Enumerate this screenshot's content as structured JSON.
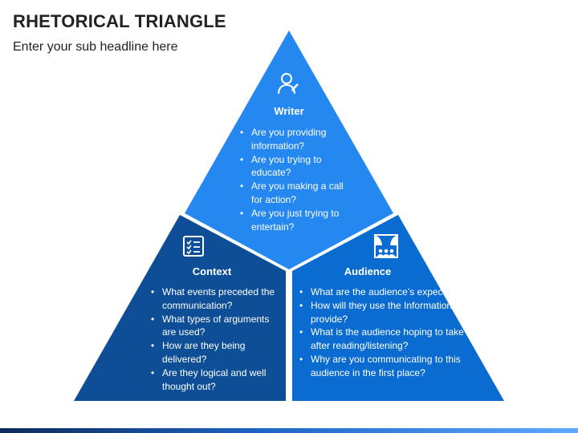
{
  "header": {
    "title": "RHETORICAL TRIANGLE",
    "subtitle": "Enter your sub headline here"
  },
  "colors": {
    "writer": "#2588f0",
    "context": "#0d4e96",
    "audience": "#0a6bd0",
    "text": "#ffffff"
  },
  "sections": {
    "writer": {
      "title": "Writer",
      "icon": "writer-person-icon",
      "bullets": [
        "Are you providing information?",
        "Are you trying to educate?",
        "Are you making a call for action?",
        "Are you just trying to entertain?"
      ]
    },
    "context": {
      "title": "Context",
      "icon": "checklist-icon",
      "bullets": [
        "What events preceded the communication?",
        "What types of arguments are used?",
        "How are they being delivered?",
        "Are they logical and well thought out?"
      ]
    },
    "audience": {
      "title": "Audience",
      "icon": "audience-theater-icon",
      "bullets": [
        "What are the audience’s expectations?",
        "How will they use the Information you provide?",
        "What is the audience hoping to take away after reading/listening?",
        "Why are you communicating to this audience in the first place?"
      ]
    }
  }
}
